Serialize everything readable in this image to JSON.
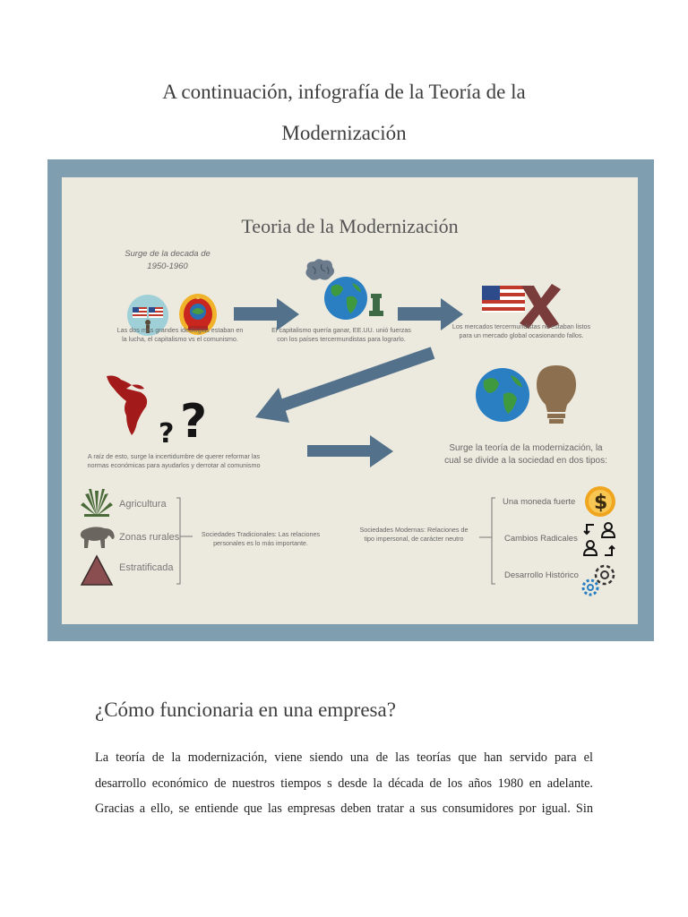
{
  "page": {
    "title_line1": "A continuación, infografía de la Teoría de la",
    "title_line2": "Modernización",
    "section_heading": "¿Cómo funcionaria en una empresa?",
    "paragraph_lines": [
      "La teoría de la modernización, viene siendo una de las teorías que han servido para el",
      "desarrollo económico de nuestros tiempos s desde la década de los años 1980 en adelante.",
      "Gracias a ello, se entiende que las empresas deben tratar a sus consumidores por igual. Sin"
    ]
  },
  "infographic": {
    "title": "Teoria de la Modernización",
    "era_line1": "Surge de la decada de",
    "era_line2": "1950-1960",
    "ideologies_text_1": "Las dos mas grandes ideologias estaban en",
    "ideologies_text_2": "la lucha, el capitalismo vs el comunismo.",
    "capitalism_text_1": "El capitalismo quería ganar, EE.UU. unió fuerzas",
    "capitalism_text_2": "con los países tercermundistas para lograrlo.",
    "markets_text_1": "Los mercados tercermundistas no estaban listos",
    "markets_text_2": "para un mercado global ocasionando fallos.",
    "root_text_1": "A raíz de esto, surge la incertidumbre de querer reformar las",
    "root_text_2": "normas económicas para ayudarlos y derrotar al comunismo",
    "emerge_text_1": "Surge la teoría de la modernización, la",
    "emerge_text_2": "cual se divide a la sociedad en dos tipos:",
    "traditional": {
      "items": [
        "Agricultura",
        "Zonas rurales",
        "Estratificada"
      ],
      "desc_1": "Sociedades Tradicionales: Las relaciones",
      "desc_2": "personales es lo más importante."
    },
    "modern": {
      "desc_1": "Sociedades Modernas: Relaciones de",
      "desc_2": "tipo impersonal, de carácter neutro",
      "items": [
        "Una moneda fuerte",
        "Cambios Radicales",
        "Desarrollo Histórico"
      ]
    },
    "colors": {
      "frame": "#7f9eb0",
      "paper": "#eceadf",
      "arrow": "#53718a",
      "flag_red": "#c0392b",
      "globe_blue": "#2a7fc2",
      "globe_green": "#3f9a3f",
      "map_red": "#a31a1a",
      "coin": "#f0a51e"
    }
  }
}
